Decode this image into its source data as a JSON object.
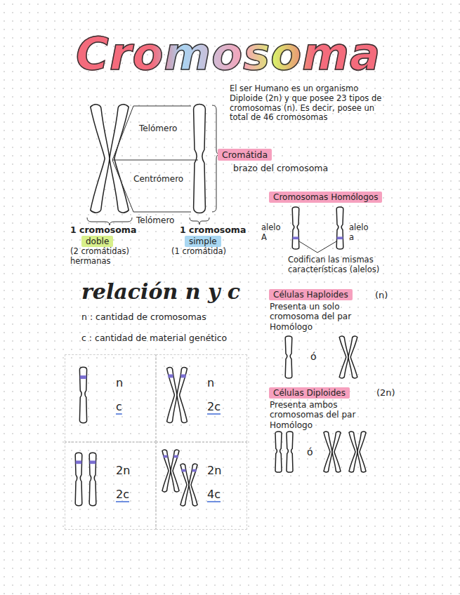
{
  "diagram": {
    "title": "Cromosoma",
    "nodes": [
      {
        "text": [
          "Cromátida"
        ]
      },
      {
        "text": [
          "doble"
        ]
      },
      {
        "text": [
          "simple"
        ]
      },
      {
        "text": [
          "Cromosomas Homólogos"
        ]
      },
      {
        "text": [
          "Células Haploides"
        ]
      },
      {
        "text": [
          "Células Diploides"
        ]
      },
      {
        "text": [
          "n",
          "c"
        ]
      },
      {
        "text": [
          "n",
          "2c"
        ]
      },
      {
        "text": [
          "2n",
          "2c"
        ]
      },
      {
        "text": [
          "2n",
          "4c"
        ]
      }
    ],
    "labels": [
      "El ser Humano es un organismo Diploide (2n) y que posee 23 tipos de cromosomas (n). Es decir, posee un total de 46 cromosomas",
      "Telómero",
      "Centrómero",
      "Telómero",
      "brazo del cromosoma",
      "1 cromosoma",
      "(2 cromátidas) hermanas",
      "1 cromosoma",
      "(1 cromátida)",
      "alelo A",
      "alelo a",
      "Codifican las mismas características (alelos)",
      "relación n y c",
      "n : cantidad de cromosomas",
      "c : cantidad de material genético",
      "Presenta un solo cromosoma del par Homólogo",
      "ó",
      "Presenta ambos cromosomas del par Homólogo",
      "ó",
      "(n)",
      "(2n)"
    ]
  }
}
